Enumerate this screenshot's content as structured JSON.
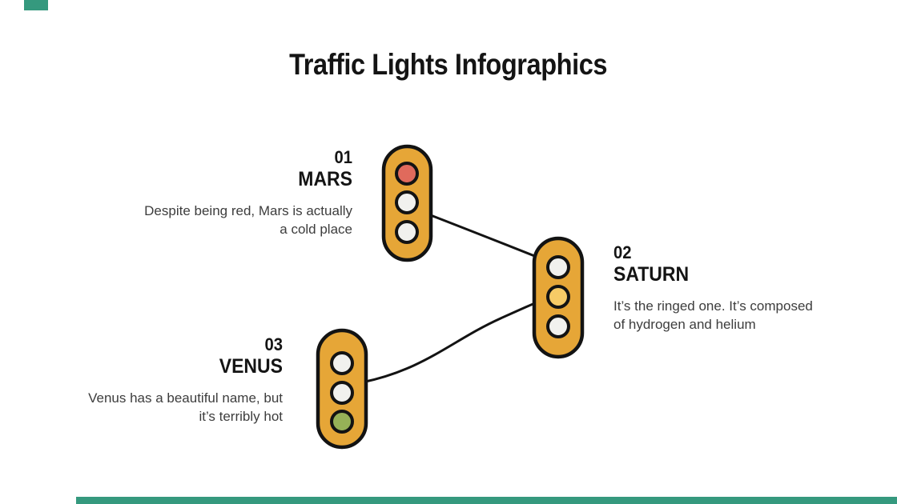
{
  "title": "Traffic Lights Infographics",
  "colors": {
    "background": "#ffffff",
    "outline": "#131313",
    "body": "#e6a637",
    "red": "#e06a5c",
    "yellow": "#f7cb66",
    "green": "#96b157",
    "off": "#f1f1ee",
    "accent": "#35997e",
    "heading_text": "#141414",
    "desc_text": "#3d3d3d"
  },
  "items": [
    {
      "number": "01",
      "name": "MARS",
      "desc_line1": "Despite being red, Mars is actually",
      "desc_line2": "a cold place",
      "bulbs": [
        "red",
        "off",
        "off"
      ]
    },
    {
      "number": "02",
      "name": "SATURN",
      "desc_line1": "It’s the ringed one. It’s composed",
      "desc_line2": "of hydrogen and helium",
      "bulbs": [
        "off",
        "yellow",
        "off"
      ]
    },
    {
      "number": "03",
      "name": "VENUS",
      "desc_line1": "Venus has a beautiful name, but",
      "desc_line2": "it’s terribly hot",
      "bulbs": [
        "off",
        "off",
        "green"
      ]
    }
  ]
}
